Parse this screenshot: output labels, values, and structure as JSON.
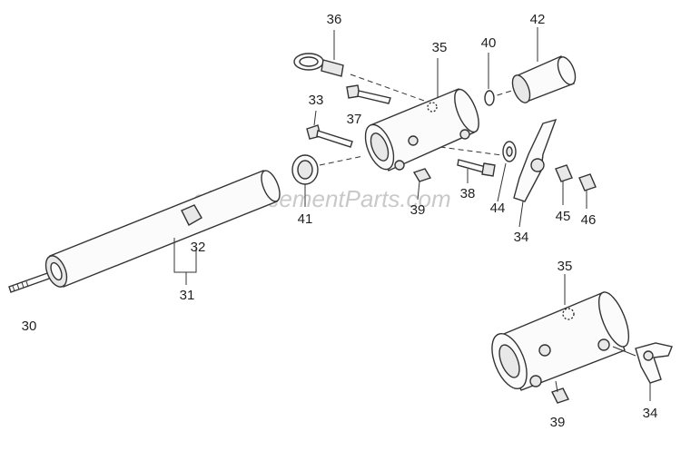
{
  "watermark": "eReplacementParts.com",
  "labels": {
    "p30": "30",
    "p31": "31",
    "p32": "32",
    "p33": "33",
    "p34a": "34",
    "p34b": "34",
    "p35a": "35",
    "p35b": "35",
    "p36": "36",
    "p37": "37",
    "p38": "38",
    "p39a": "39",
    "p39b": "39",
    "p40": "40",
    "p41": "41",
    "p42": "42",
    "p44": "44",
    "p45": "45",
    "p46": "46"
  }
}
